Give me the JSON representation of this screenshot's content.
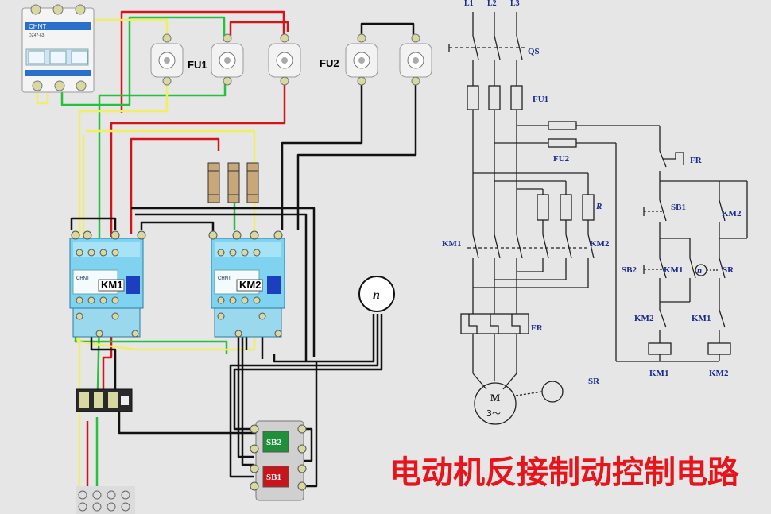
{
  "title": "电动机反接制动控制电路",
  "wiring_view": {
    "breaker_brand": "CHNT",
    "breaker_model": "DZ47-63",
    "fuse1_label": "FU1",
    "fuse2_label": "FU2",
    "contactor1_label": "KM1",
    "contactor2_label": "KM2",
    "contactor_brand": "CHNT",
    "speed_relay_symbol": "n",
    "button_start_label": "SB2",
    "button_stop_label": "SB1"
  },
  "schematic": {
    "line_labels": [
      "L1",
      "L2",
      "L3"
    ],
    "switch_label": "QS",
    "fuse1_label": "FU1",
    "fuse2_label": "FU2",
    "thermal_relay_label": "FR",
    "resistor_label": "R",
    "main_contact_left": "KM1",
    "main_contact_right": "KM2",
    "thermal_element_label": "FR",
    "motor_label": "M",
    "motor_phase": "3～",
    "speed_relay_label": "SR",
    "control": {
      "fr_contact": "FR",
      "stop_button": "SB1",
      "km2_holding": "KM2",
      "start_button": "SB2",
      "km1_holding": "KM1",
      "speed_symbol": "n",
      "speed_contact": "SR",
      "km2_interlock": "KM2",
      "km1_interlock": "KM1",
      "coil_left": "KM1",
      "coil_right": "KM2"
    }
  },
  "colors": {
    "wire_red": "#d4141b",
    "wire_green": "#23c23a",
    "wire_yellow": "#f2ee62",
    "wire_black": "#111111",
    "label_blue": "#1a2a8c",
    "title_red": "#e8141b"
  }
}
